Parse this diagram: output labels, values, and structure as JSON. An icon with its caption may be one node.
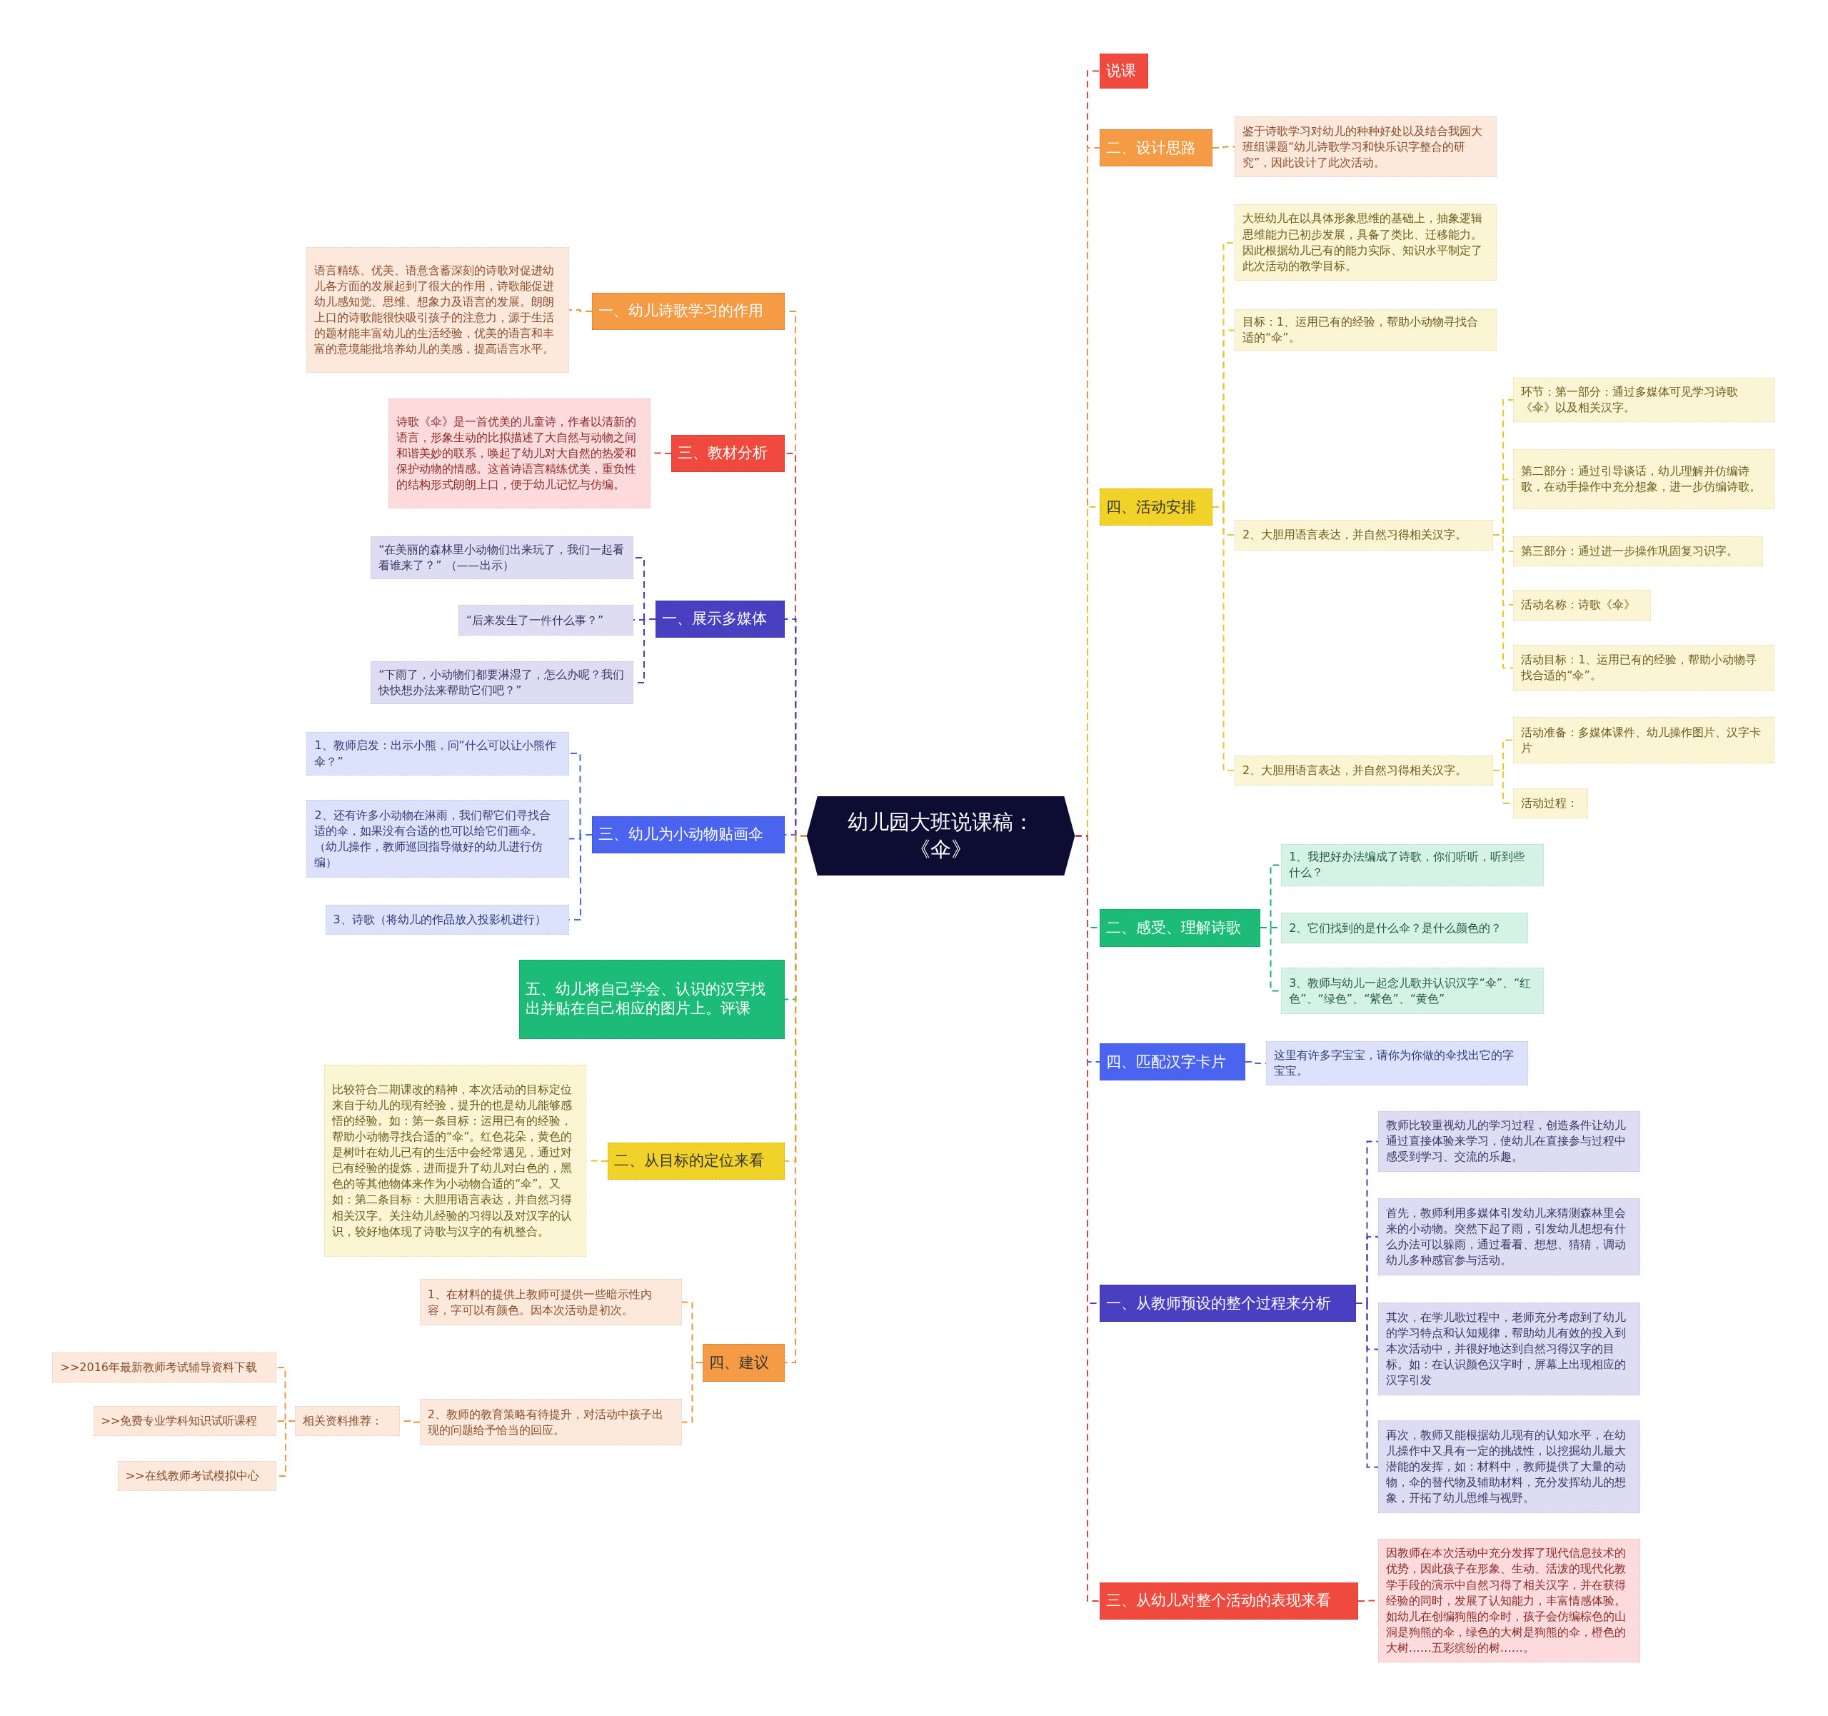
{
  "diagram": {
    "nodes": [
      {
        "text": [
          "幼儿园大班说课稿：《伞》"
        ]
      },
      {
        "text": [
          "说课"
        ]
      },
      {
        "text": [
          "二、设计思路"
        ]
      },
      {
        "text": [
          "鉴于诗歌学习对幼儿的种种好处以及结合我园大班组课题“幼儿诗歌学习和快乐识字整合的研究”，因此设计了此次活动。"
        ]
      },
      {
        "text": [
          "四、活动安排"
        ]
      },
      {
        "text": [
          "大班幼儿在以具体形象思维的基础上，抽象逻辑思维能力已初步发展，具备了类比、迁移能力。因此根据幼儿已有的能力实际、知识水平制定了此次活动的教学目标。"
        ]
      },
      {
        "text": [
          "目标：1、运用已有的经验，帮助小动物寻找合适的“伞”。"
        ]
      },
      {
        "text": [
          "2、大胆用语言表达，并自然习得相关汉字。"
        ]
      },
      {
        "text": [
          "环节：第一部分：通过多媒体可见学习诗歌《伞》以及相关汉字。"
        ]
      },
      {
        "text": [
          "第二部分：通过引导谈话，幼儿理解并仿编诗歌，在动手操作中充分想象，进一步仿编诗歌。"
        ]
      },
      {
        "text": [
          "第三部分：通过进一步操作巩固复习识字。"
        ]
      },
      {
        "text": [
          "活动名称：诗歌《伞》"
        ]
      },
      {
        "text": [
          "活动目标：1、运用已有的经验，帮助小动物寻找合适的“伞”。"
        ]
      },
      {
        "text": [
          "2、大胆用语言表达，并自然习得相关汉字。"
        ]
      },
      {
        "text": [
          "活动准备：多媒体课件、幼儿操作图片、汉字卡片"
        ]
      },
      {
        "text": [
          "活动过程："
        ]
      },
      {
        "text": [
          "二、感受、理解诗歌"
        ]
      },
      {
        "text": [
          "1、我把好办法编成了诗歌，你们听听，听到些什么？"
        ]
      },
      {
        "text": [
          "2、它们找到的是什么伞？是什么颜色的？"
        ]
      },
      {
        "text": [
          "3、教师与幼儿一起念儿歌并认识汉字“伞”、“红色”、“绿色”、“紫色”、“黄色”"
        ]
      },
      {
        "text": [
          "四、匹配汉字卡片"
        ]
      },
      {
        "text": [
          "这里有许多字宝宝，请你为你做的伞找出它的字宝宝。"
        ]
      },
      {
        "text": [
          "一、从教师预设的整个过程来分析"
        ]
      },
      {
        "text": [
          "教师比较重视幼儿的学习过程，创造条件让幼儿通过直接体验来学习，使幼儿在直接参与过程中感受到学习、交流的乐趣。"
        ]
      },
      {
        "text": [
          "首先，教师利用多媒体引发幼儿来猜测森林里会来的小动物。突然下起了雨，引发幼儿想想有什么办法可以躲雨，通过看看、想想、猜猜，调动幼儿多种感官参与活动。"
        ]
      },
      {
        "text": [
          "其次，在学儿歌过程中，老师充分考虑到了幼儿的学习特点和认知规律，帮助幼儿有效的投入到本次活动中，并很好地达到自然习得汉字的目标。如：在认识颜色汉字时，屏幕上出现相应的汉字引发"
        ]
      },
      {
        "text": [
          "再次，教师又能根据幼儿现有的认知水平，在幼儿操作中又具有一定的挑战性，以挖掘幼儿最大潜能的发挥，如：材料中，教师提供了大量的动物，伞的替代物及辅助材料，充分发挥幼儿的想象，开拓了幼儿思维与视野。"
        ]
      },
      {
        "text": [
          "三、从幼儿对整个活动的表现来看"
        ]
      },
      {
        "text": [
          "因教师在本次活动中充分发挥了现代信息技术的优势，因此孩子在形象、生动、活泼的现代化教学手段的演示中自然习得了相关汉字，并在获得经验的同时，发展了认知能力，丰富情感体验。如幼儿在创编狗熊的伞时，孩子会仿编棕色的山洞是狗熊的伞，绿色的大树是狗熊的伞，橙色的大树……五彩缤纷的树……。"
        ]
      },
      {
        "text": [
          "一、幼儿诗歌学习的作用"
        ]
      },
      {
        "text": [
          "语言精练、优美、语意含蓄深刻的诗歌对促进幼儿各方面的发展起到了很大的作用，诗歌能促进幼儿感知觉、思维、想象力及语言的发展。朗朗上口的诗歌能很快吸引孩子的注意力，源于生活的题材能丰富幼儿的生活经验，优美的语言和丰富的意境能批培养幼儿的美感，提高语言水平。"
        ]
      },
      {
        "text": [
          "三、教材分析"
        ]
      },
      {
        "text": [
          "诗歌《伞》是一首优美的儿童诗，作者以清新的语言，形象生动的比拟描述了大自然与动物之间和谐美妙的联系，唤起了幼儿对大自然的热爱和保护动物的情感。这首诗语言精练优美，重负性的结构形式朗朗上口，便于幼儿记忆与仿编。"
        ]
      },
      {
        "text": [
          "一、展示多媒体"
        ]
      },
      {
        "text": [
          "“在美丽的森林里小动物们出来玩了，我们一起看看谁来了？” （——出示）"
        ]
      },
      {
        "text": [
          "“后来发生了一件什么事？”"
        ]
      },
      {
        "text": [
          "“下雨了，小动物们都要淋湿了，怎么办呢？我们快快想办法来帮助它们吧？”"
        ]
      },
      {
        "text": [
          "三、幼儿为小动物贴画伞"
        ]
      },
      {
        "text": [
          "1、教师启发：出示小熊，问“什么可以让小熊作伞？”"
        ]
      },
      {
        "text": [
          "2、还有许多小动物在淋雨，我们帮它们寻找合适的伞，如果没有合适的也可以给它们画伞。（幼儿操作，教师巡回指导做好的幼儿进行仿编）"
        ]
      },
      {
        "text": [
          "3、诗歌（将幼儿的作品放入投影机进行）"
        ]
      },
      {
        "text": [
          "五、幼儿将自己学会、认识的汉字找出并贴在自己相应的图片上。评课"
        ]
      },
      {
        "text": [
          "二、从目标的定位来看"
        ]
      },
      {
        "text": [
          "比较符合二期课改的精神，本次活动的目标定位来自于幼儿的现有经验，提升的也是幼儿能够感悟的经验。如：第一条目标：运用已有的经验，帮助小动物寻找合适的“伞”。红色花朵，黄色的是树叶在幼儿已有的生活中会经常遇见，通过对已有经验的提炼，进而提升了幼儿对白色的，黑色的等其他物体来作为小动物合适的“伞”。又如：第二条目标：大胆用语言表达，并自然习得相关汉字。关注幼儿经验的习得以及对汉字的认识，较好地体现了诗歌与汉字的有机整合。"
        ]
      },
      {
        "text": [
          "四、建议"
        ]
      },
      {
        "text": [
          "1、在材料的提供上教师可提供一些暗示性内容，字可以有颜色。因本次活动是初次。"
        ]
      },
      {
        "text": [
          "2、教师的教育策略有待提升，对活动中孩子出现的问题给予恰当的回应。"
        ]
      },
      {
        "text": [
          "相关资料推荐："
        ]
      },
      {
        "text": [
          ">>2016年最新教师考试辅导资料下载"
        ]
      },
      {
        "text": [
          ">>免费专业学科知识试听课程"
        ]
      },
      {
        "text": [
          ">>在线教师考试模拟中心"
        ]
      }
    ],
    "edges": [
      {
        "from": 0,
        "to": 1,
        "arrow": "none",
        "style": "dashed",
        "color": "#d9473d"
      },
      {
        "from": 0,
        "to": 2,
        "arrow": "none",
        "style": "dashed",
        "color": "#ef9445"
      },
      {
        "from": 2,
        "to": 3,
        "arrow": "none",
        "style": "dashed",
        "color": "#ef9445"
      },
      {
        "from": 0,
        "to": 4,
        "arrow": "none",
        "style": "dashed",
        "color": "#e6c62a"
      },
      {
        "from": 4,
        "to": 5,
        "arrow": "none",
        "style": "dashed",
        "color": "#e6c62a"
      },
      {
        "from": 4,
        "to": 6,
        "arrow": "none",
        "style": "dashed",
        "color": "#e6c62a"
      },
      {
        "from": 4,
        "to": 7,
        "arrow": "none",
        "style": "dashed",
        "color": "#e6c62a"
      },
      {
        "from": 7,
        "to": 8,
        "arrow": "none",
        "style": "dashed",
        "color": "#e6c62a"
      },
      {
        "from": 7,
        "to": 9,
        "arrow": "none",
        "style": "dashed",
        "color": "#e6c62a"
      },
      {
        "from": 7,
        "to": 10,
        "arrow": "none",
        "style": "dashed",
        "color": "#e6c62a"
      },
      {
        "from": 7,
        "to": 11,
        "arrow": "none",
        "style": "dashed",
        "color": "#e6c62a"
      },
      {
        "from": 7,
        "to": 12,
        "arrow": "none",
        "style": "dashed",
        "color": "#e6c62a"
      },
      {
        "from": 4,
        "to": 13,
        "arrow": "none",
        "style": "dashed",
        "color": "#e6c62a"
      },
      {
        "from": 13,
        "to": 14,
        "arrow": "none",
        "style": "dashed",
        "color": "#e6c62a"
      },
      {
        "from": 13,
        "to": 15,
        "arrow": "none",
        "style": "dashed",
        "color": "#e6c62a"
      },
      {
        "from": 0,
        "to": 16,
        "arrow": "none",
        "style": "dashed",
        "color": "#1fae72"
      },
      {
        "from": 16,
        "to": 17,
        "arrow": "none",
        "style": "dashed",
        "color": "#1fae72"
      },
      {
        "from": 16,
        "to": 18,
        "arrow": "none",
        "style": "dashed",
        "color": "#1fae72"
      },
      {
        "from": 16,
        "to": 19,
        "arrow": "none",
        "style": "dashed",
        "color": "#1fae72"
      },
      {
        "from": 0,
        "to": 20,
        "arrow": "none",
        "style": "dashed",
        "color": "#4a64f0"
      },
      {
        "from": 20,
        "to": 21,
        "arrow": "none",
        "style": "dashed",
        "color": "#4a64f0"
      },
      {
        "from": 0,
        "to": 22,
        "arrow": "none",
        "style": "dashed",
        "color": "#4840b8"
      },
      {
        "from": 22,
        "to": 23,
        "arrow": "none",
        "style": "dashed",
        "color": "#4840b8"
      },
      {
        "from": 22,
        "to": 24,
        "arrow": "none",
        "style": "dashed",
        "color": "#4840b8"
      },
      {
        "from": 22,
        "to": 25,
        "arrow": "none",
        "style": "dashed",
        "color": "#4840b8"
      },
      {
        "from": 22,
        "to": 26,
        "arrow": "none",
        "style": "dashed",
        "color": "#4840b8"
      },
      {
        "from": 0,
        "to": 27,
        "arrow": "none",
        "style": "dashed",
        "color": "#d9473d"
      },
      {
        "from": 27,
        "to": 28,
        "arrow": "none",
        "style": "dashed",
        "color": "#d9473d"
      },
      {
        "from": 0,
        "to": 29,
        "arrow": "none",
        "style": "dashed",
        "color": "#ef9445"
      },
      {
        "from": 29,
        "to": 30,
        "arrow": "none",
        "style": "dashed",
        "color": "#ef9445"
      },
      {
        "from": 0,
        "to": 31,
        "arrow": "none",
        "style": "dashed",
        "color": "#d9473d"
      },
      {
        "from": 31,
        "to": 32,
        "arrow": "none",
        "style": "dashed",
        "color": "#d9473d"
      },
      {
        "from": 0,
        "to": 33,
        "arrow": "none",
        "style": "dashed",
        "color": "#4840b8"
      },
      {
        "from": 33,
        "to": 34,
        "arrow": "none",
        "style": "dashed",
        "color": "#4840b8"
      },
      {
        "from": 33,
        "to": 35,
        "arrow": "none",
        "style": "dashed",
        "color": "#4840b8"
      },
      {
        "from": 33,
        "to": 36,
        "arrow": "none",
        "style": "dashed",
        "color": "#4840b8"
      },
      {
        "from": 0,
        "to": 37,
        "arrow": "none",
        "style": "dashed",
        "color": "#4a64f0"
      },
      {
        "from": 37,
        "to": 38,
        "arrow": "none",
        "style": "dashed",
        "color": "#4a64f0"
      },
      {
        "from": 37,
        "to": 39,
        "arrow": "none",
        "style": "dashed",
        "color": "#4a64f0"
      },
      {
        "from": 37,
        "to": 40,
        "arrow": "none",
        "style": "dashed",
        "color": "#4a64f0"
      },
      {
        "from": 0,
        "to": 41,
        "arrow": "none",
        "style": "dashed",
        "color": "#1fae72"
      },
      {
        "from": 0,
        "to": 42,
        "arrow": "none",
        "style": "dashed",
        "color": "#e6c62a"
      },
      {
        "from": 42,
        "to": 43,
        "arrow": "none",
        "style": "dashed",
        "color": "#e6c62a"
      },
      {
        "from": 0,
        "to": 44,
        "arrow": "none",
        "style": "dashed",
        "color": "#ef9445"
      },
      {
        "from": 44,
        "to": 45,
        "arrow": "none",
        "style": "dashed",
        "color": "#ef9445"
      },
      {
        "from": 44,
        "to": 46,
        "arrow": "none",
        "style": "dashed",
        "color": "#ef9445"
      },
      {
        "from": 46,
        "to": 47,
        "arrow": "none",
        "style": "dashed",
        "color": "#ef9445"
      },
      {
        "from": 47,
        "to": 48,
        "arrow": "none",
        "style": "dashed",
        "color": "#ef9445"
      },
      {
        "from": 47,
        "to": 49,
        "arrow": "none",
        "style": "dashed",
        "color": "#ef9445"
      },
      {
        "from": 47,
        "to": 50,
        "arrow": "none",
        "style": "dashed",
        "color": "#ef9445"
      }
    ]
  }
}
